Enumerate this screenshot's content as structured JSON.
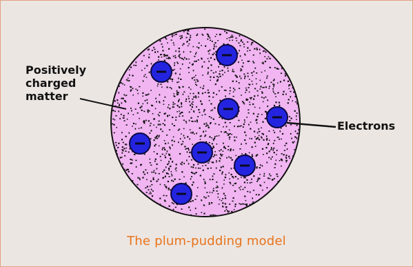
{
  "labels": {
    "positive_line1": "Positively",
    "positive_line2": "charged",
    "positive_line3": "matter",
    "electrons": "Electrons"
  },
  "caption": "The plum-pudding model",
  "colors": {
    "background": "#ece6e2",
    "frame_border": "#e0a080",
    "sphere_fill": "#f1b5f2",
    "electron_fill": "#2424e0",
    "caption_color": "#e8731a"
  }
}
